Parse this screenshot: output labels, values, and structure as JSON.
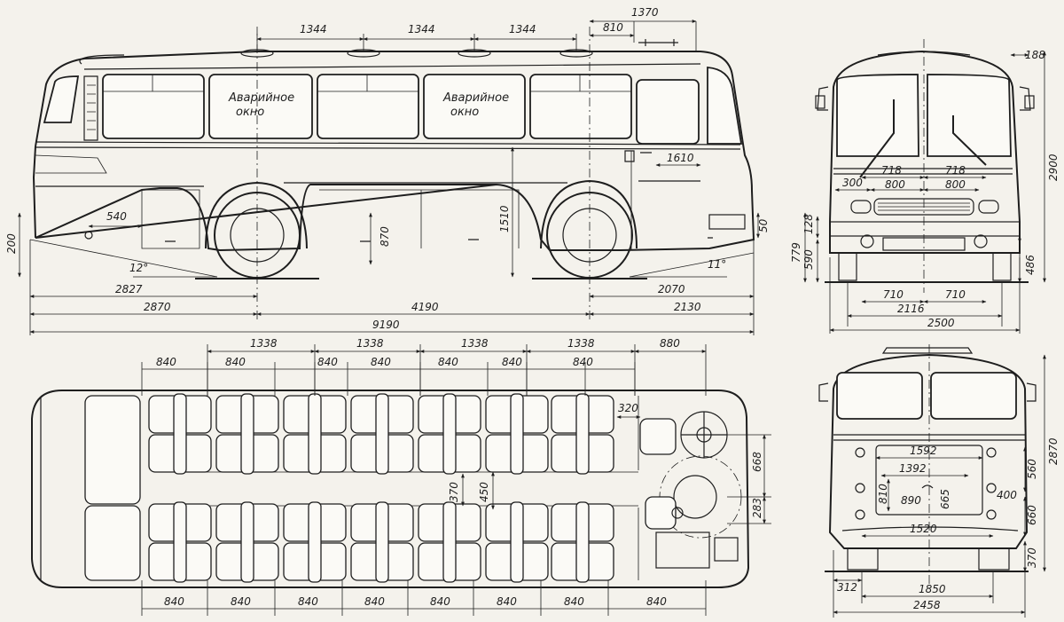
{
  "side_view": {
    "window_labels": [
      [
        "Аварийное",
        "окно"
      ],
      [
        "Аварийное",
        "окно"
      ]
    ],
    "top_dims": [
      "1344",
      "1344",
      "1344",
      "810",
      "1370"
    ],
    "misc_dims": [
      "540",
      "870",
      "1510",
      "1610",
      "200",
      "50"
    ],
    "angles": [
      "12°",
      "11°"
    ],
    "bottom_dims": [
      "2827",
      "2070",
      "2870",
      "4190",
      "2130",
      "9190"
    ]
  },
  "front_view": {
    "dims_top": [
      "188",
      "2900"
    ],
    "dims_mid": [
      "718",
      "718",
      "300",
      "800",
      "800"
    ],
    "dims_left": [
      "128",
      "779",
      "590"
    ],
    "dims_right": [
      "486"
    ],
    "dims_bottom": [
      "710",
      "710",
      "2116",
      "2500"
    ]
  },
  "plan_view": {
    "top_dims_row1": [
      "1338",
      "1338",
      "1338",
      "1338",
      "880"
    ],
    "top_dims_row2": [
      "840",
      "840",
      "840",
      "840",
      "840",
      "840",
      "840"
    ],
    "aisle_dims": [
      "370",
      "450"
    ],
    "right_dims": [
      "320",
      "668",
      "283"
    ],
    "bottom_dims": [
      "840",
      "840",
      "840",
      "840",
      "840",
      "840",
      "840",
      "840"
    ]
  },
  "rear_view": {
    "dims_center": [
      "1592",
      "1392",
      "810",
      "890",
      "665",
      "1520"
    ],
    "dims_right": [
      "2870",
      "560",
      "400",
      "660",
      "370"
    ],
    "dims_bottom": [
      "312",
      "1850",
      "2458"
    ]
  }
}
